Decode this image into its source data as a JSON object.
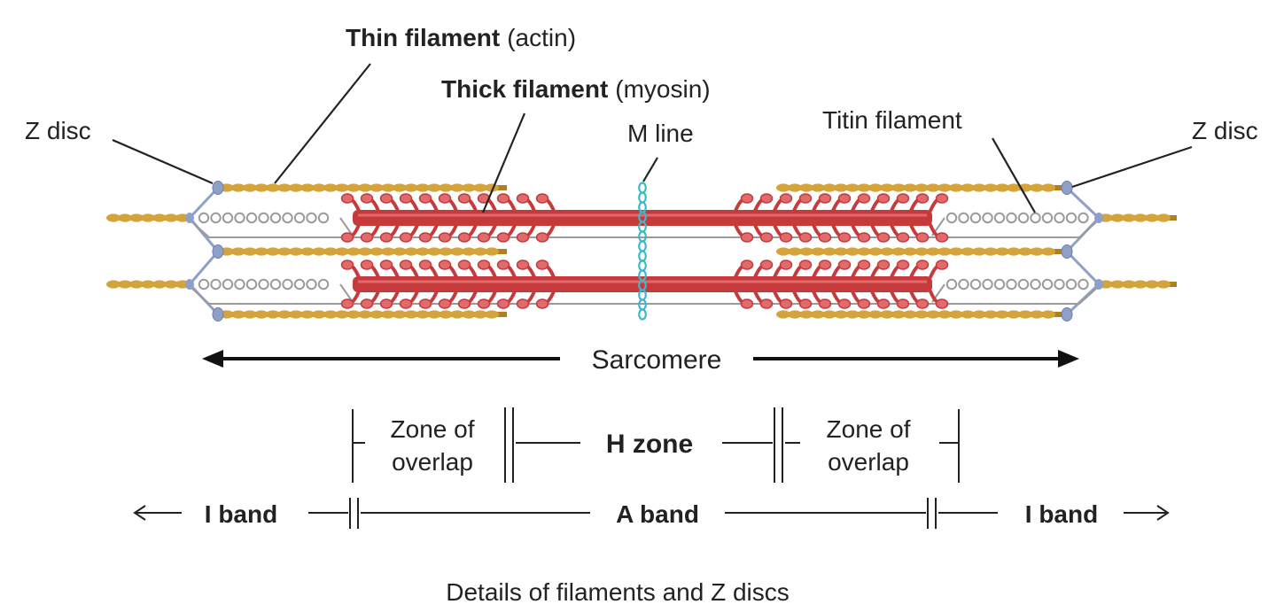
{
  "labels": {
    "thin_filament": "Thin filament",
    "thin_filament_sub": "(actin)",
    "thick_filament": "Thick filament",
    "thick_filament_sub": "(myosin)",
    "z_disc_left": "Z disc",
    "z_disc_right": "Z disc",
    "m_line": "M line",
    "titin_filament": "Titin filament",
    "sarcomere": "Sarcomere",
    "zone_overlap_left_1": "Zone of",
    "zone_overlap_left_2": "overlap",
    "h_zone": "H zone",
    "zone_overlap_right_1": "Zone of",
    "zone_overlap_right_2": "overlap",
    "i_band_left": "I band",
    "a_band": "A band",
    "i_band_right": "I band",
    "caption": "Details of filaments and Z discs"
  },
  "colors": {
    "actin": "#d4a43a",
    "actin_dark": "#b07f1f",
    "myosin": "#c73a3c",
    "myosin_light": "#e06a6c",
    "titin": "#9a9a9a",
    "z_disc": "#8fa0c8",
    "m_line": "#39b9c9"
  }
}
